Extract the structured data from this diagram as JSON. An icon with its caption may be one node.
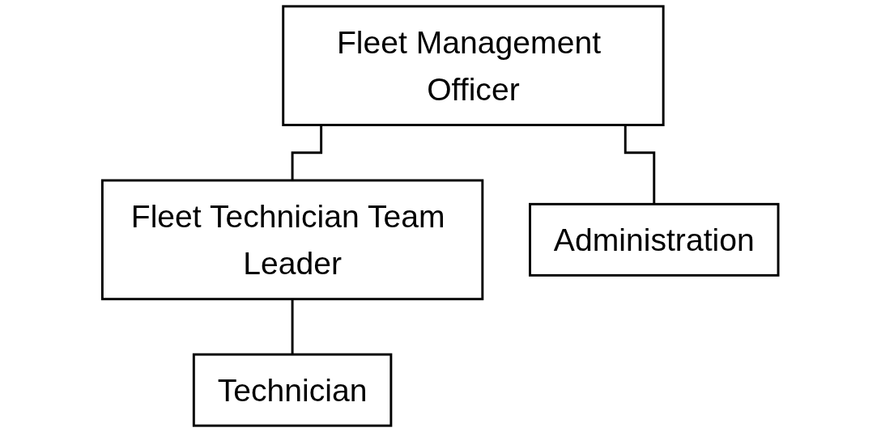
{
  "diagram": {
    "nodes": [
      {
        "text": [
          "Fleet Management Officer"
        ]
      },
      {
        "text": [
          "Fleet Technician Team Leader"
        ]
      },
      {
        "text": [
          "Administration"
        ]
      },
      {
        "text": [
          "Technician"
        ]
      }
    ],
    "edges": [
      {
        "from": 0,
        "to": 1,
        "arrow": "none"
      },
      {
        "from": 0,
        "to": 2,
        "arrow": "none"
      },
      {
        "from": 1,
        "to": 3,
        "arrow": "none"
      }
    ]
  }
}
